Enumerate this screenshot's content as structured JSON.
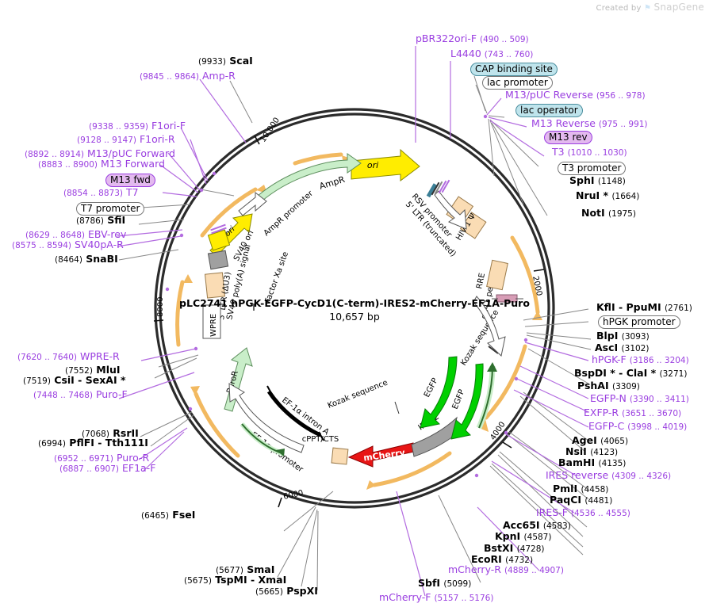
{
  "watermark": {
    "prefix": "Created by",
    "brand": "SnapGene",
    "mark": "⚑"
  },
  "plasmid": {
    "name": "pLC2741 hPGK-EGFP-CycD1(C-term)-IRES2-mCherry-EF1A-Puro",
    "size": "10,657 bp",
    "ticks": [
      "2000",
      "4000",
      "6000",
      "8000",
      "10,000"
    ]
  },
  "colors": {
    "enzyme": "#000000",
    "primer": "#9a3ee0",
    "backbone": "#2b2b2b",
    "teal_box": "#bfe4ec",
    "violet_box": "#e3b9ef",
    "orange_arrow": "#f2b960",
    "green_cds": "#00d000",
    "pale_green": "#c9eec9",
    "yellow": "#ffed00",
    "gray_feature": "#a0a0a0",
    "peach": "#fadcb4",
    "red": "#e81515"
  },
  "features": [
    {
      "name": "ori",
      "style": "yellow-arrow"
    },
    {
      "name": "AmpR",
      "style": "pale-green-arrow"
    },
    {
      "name": "AmpR promoter",
      "style": "white-arrow"
    },
    {
      "name": "f1 ori",
      "style": "yellow-arrow"
    },
    {
      "name": "SV40 ori",
      "style": "yellow-box"
    },
    {
      "name": "SV40 poly(A) signal",
      "style": "gray-box"
    },
    {
      "name": "3' LTR (ΔU3)",
      "style": "peach-box"
    },
    {
      "name": "WPRE",
      "style": "white-box"
    },
    {
      "name": "PuroR",
      "style": "pale-green-arrow"
    },
    {
      "name": "EF-1α promoter",
      "style": "white-arrow"
    },
    {
      "name": "EF-1α intron A",
      "style": "black-bar"
    },
    {
      "name": "cPPT/CTS",
      "style": "peach-box"
    },
    {
      "name": "mCherry",
      "style": "red-arrow"
    },
    {
      "name": "IRES2",
      "style": "gray-arrow"
    },
    {
      "name": "Kozak sequence",
      "style": "tick"
    },
    {
      "name": "EGFP",
      "style": "green-arrow"
    },
    {
      "name": "gp41 peptide",
      "style": "pink-box"
    },
    {
      "name": "hPGK promoter",
      "style": "white-arrow"
    },
    {
      "name": "RRE",
      "style": "peach-box"
    },
    {
      "name": "HIV-1 Ψ",
      "style": "peach-box"
    },
    {
      "name": "5' LTR (truncated)",
      "style": "white-arrow"
    },
    {
      "name": "RSV promoter",
      "style": "white-arrow"
    },
    {
      "name": "Factor Xa site",
      "style": "tick"
    }
  ],
  "boxed_labels": [
    {
      "id": "cap-binding-site",
      "text": "CAP binding site",
      "style": "teal"
    },
    {
      "id": "lac-promoter",
      "text": "lac promoter",
      "style": "plain"
    },
    {
      "id": "lac-operator",
      "text": "lac operator",
      "style": "teal"
    },
    {
      "id": "m13-rev",
      "text": "M13 rev",
      "style": "violet"
    },
    {
      "id": "t3-promoter",
      "text": "T3 promoter",
      "style": "plain"
    },
    {
      "id": "hpgk-promoter",
      "text": "hPGK promoter",
      "style": "plain"
    },
    {
      "id": "m13-fwd",
      "text": "M13 fwd",
      "style": "violet"
    },
    {
      "id": "t7-promoter",
      "text": "T7 promoter",
      "style": "plain"
    }
  ],
  "labels_top_right": [
    {
      "kind": "primer",
      "name": "pBR322ori-F",
      "pos": "(490 .. 509)",
      "order": "name-first"
    },
    {
      "kind": "primer",
      "name": "L4440",
      "pos": "(743 .. 760)",
      "order": "name-first"
    },
    {
      "kind": "primer",
      "name": "M13/pUC Reverse",
      "pos": "(956 .. 978)",
      "order": "name-first"
    },
    {
      "kind": "primer",
      "name": "M13 Reverse",
      "pos": "(975 .. 991)",
      "order": "name-first"
    },
    {
      "kind": "primer",
      "name": "T3",
      "pos": "(1010 .. 1030)",
      "order": "name-first"
    },
    {
      "kind": "enzyme",
      "name": "SphI",
      "pos": "(1148)",
      "order": "name-first"
    },
    {
      "kind": "enzyme",
      "name": "NruI *",
      "pos": "(1664)",
      "order": "name-first"
    },
    {
      "kind": "enzyme",
      "name": "NotI",
      "pos": "(1975)",
      "order": "name-first"
    }
  ],
  "labels_right": [
    {
      "kind": "enzyme",
      "name": "KflI  -  PpuMI",
      "pos": "(2761)",
      "order": "name-first"
    },
    {
      "kind": "enzyme",
      "name": "BlpI",
      "pos": "(3093)",
      "order": "name-first"
    },
    {
      "kind": "enzyme",
      "name": "AscI",
      "pos": "(3102)",
      "order": "name-first"
    },
    {
      "kind": "primer",
      "name": "hPGK-F",
      "pos": "(3186 .. 3204)",
      "order": "name-first"
    },
    {
      "kind": "enzyme",
      "name": "BspDI *  -  ClaI *",
      "pos": "(3271)",
      "order": "name-first"
    },
    {
      "kind": "enzyme",
      "name": "PshAI",
      "pos": "(3309)",
      "order": "name-first"
    },
    {
      "kind": "primer",
      "name": "EGFP-N",
      "pos": "(3390 .. 3411)",
      "order": "name-first"
    },
    {
      "kind": "primer",
      "name": "EXFP-R",
      "pos": "(3651 .. 3670)",
      "order": "name-first"
    },
    {
      "kind": "primer",
      "name": "EGFP-C",
      "pos": "(3998 .. 4019)",
      "order": "name-first"
    },
    {
      "kind": "enzyme",
      "name": "AgeI",
      "pos": "(4065)",
      "order": "name-first"
    },
    {
      "kind": "enzyme",
      "name": "NsiI",
      "pos": "(4123)",
      "order": "name-first"
    },
    {
      "kind": "enzyme",
      "name": "BamHI",
      "pos": "(4135)",
      "order": "name-first"
    },
    {
      "kind": "primer",
      "name": "IRES reverse",
      "pos": "(4309 .. 4326)",
      "order": "name-first"
    },
    {
      "kind": "enzyme",
      "name": "PmlI",
      "pos": "(4458)",
      "order": "name-first"
    },
    {
      "kind": "enzyme",
      "name": "PaqCI",
      "pos": "(4481)",
      "order": "name-first"
    },
    {
      "kind": "primer",
      "name": "IRES-F",
      "pos": "(4536 .. 4555)",
      "order": "name-first"
    },
    {
      "kind": "enzyme",
      "name": "Acc65I",
      "pos": "(4583)",
      "order": "name-first"
    },
    {
      "kind": "enzyme",
      "name": "KpnI",
      "pos": "(4587)",
      "order": "name-first"
    },
    {
      "kind": "enzyme",
      "name": "BstXI",
      "pos": "(4728)",
      "order": "name-first"
    },
    {
      "kind": "enzyme",
      "name": "EcoRI",
      "pos": "(4732)",
      "order": "name-first"
    },
    {
      "kind": "primer",
      "name": "mCherry-R",
      "pos": "(4889 .. 4907)",
      "order": "name-first"
    },
    {
      "kind": "enzyme",
      "name": "SbfI",
      "pos": "(5099)",
      "order": "name-first"
    },
    {
      "kind": "primer",
      "name": "mCherry-F",
      "pos": "(5157 .. 5176)",
      "order": "name-first"
    }
  ],
  "labels_bottom": [
    {
      "kind": "enzyme",
      "name": "PspXI",
      "pos": "(5665)",
      "order": "pos-first"
    },
    {
      "kind": "enzyme",
      "name": "TspMI  -  XmaI",
      "pos": "(5675)",
      "order": "pos-first"
    },
    {
      "kind": "enzyme",
      "name": "SmaI",
      "pos": "(5677)",
      "order": "pos-first"
    },
    {
      "kind": "enzyme",
      "name": "FseI",
      "pos": "(6465)",
      "order": "pos-first"
    }
  ],
  "labels_left": [
    {
      "kind": "primer",
      "name": "EF1a-F",
      "pos": "(6887 .. 6907)",
      "order": "pos-first"
    },
    {
      "kind": "primer",
      "name": "Puro-R",
      "pos": "(6952 .. 6971)",
      "order": "pos-first"
    },
    {
      "kind": "enzyme",
      "name": "PflFI  -  Tth111I",
      "pos": "(6994)",
      "order": "pos-first"
    },
    {
      "kind": "enzyme",
      "name": "RsrII",
      "pos": "(7068)",
      "order": "pos-first"
    },
    {
      "kind": "primer",
      "name": "Puro-F",
      "pos": "(7448 .. 7468)",
      "order": "pos-first"
    },
    {
      "kind": "enzyme",
      "name": "CsiI  -  SexAI *",
      "pos": "(7519)",
      "order": "pos-first"
    },
    {
      "kind": "enzyme",
      "name": "MluI",
      "pos": "(7552)",
      "order": "pos-first"
    },
    {
      "kind": "primer",
      "name": "WPRE-R",
      "pos": "(7620 .. 7640)",
      "order": "pos-first"
    }
  ],
  "labels_upper_left": [
    {
      "kind": "enzyme",
      "name": "SnaBI",
      "pos": "(8464)",
      "order": "pos-first"
    },
    {
      "kind": "primer",
      "name": "SV40pA-R",
      "pos": "(8575 .. 8594)",
      "order": "pos-first"
    },
    {
      "kind": "primer",
      "name": "EBV-rev",
      "pos": "(8629 .. 8648)",
      "order": "pos-first"
    },
    {
      "kind": "enzyme",
      "name": "SfiI",
      "pos": "(8786)",
      "order": "pos-first"
    },
    {
      "kind": "primer",
      "name": "T7",
      "pos": "(8854 .. 8873)",
      "order": "pos-first"
    },
    {
      "kind": "primer",
      "name": "M13 Forward",
      "pos": "(8883 .. 8900)",
      "order": "pos-first"
    },
    {
      "kind": "primer",
      "name": "M13/pUC Forward",
      "pos": "(8892 .. 8914)",
      "order": "pos-first"
    },
    {
      "kind": "primer",
      "name": "F1ori-R",
      "pos": "(9128 .. 9147)",
      "order": "pos-first"
    },
    {
      "kind": "primer",
      "name": "F1ori-F",
      "pos": "(9338 .. 9359)",
      "order": "pos-first"
    },
    {
      "kind": "primer",
      "name": "Amp-R",
      "pos": "(9845 .. 9864)",
      "order": "pos-first"
    },
    {
      "kind": "enzyme",
      "name": "ScaI",
      "pos": "(9933)",
      "order": "pos-first"
    }
  ]
}
